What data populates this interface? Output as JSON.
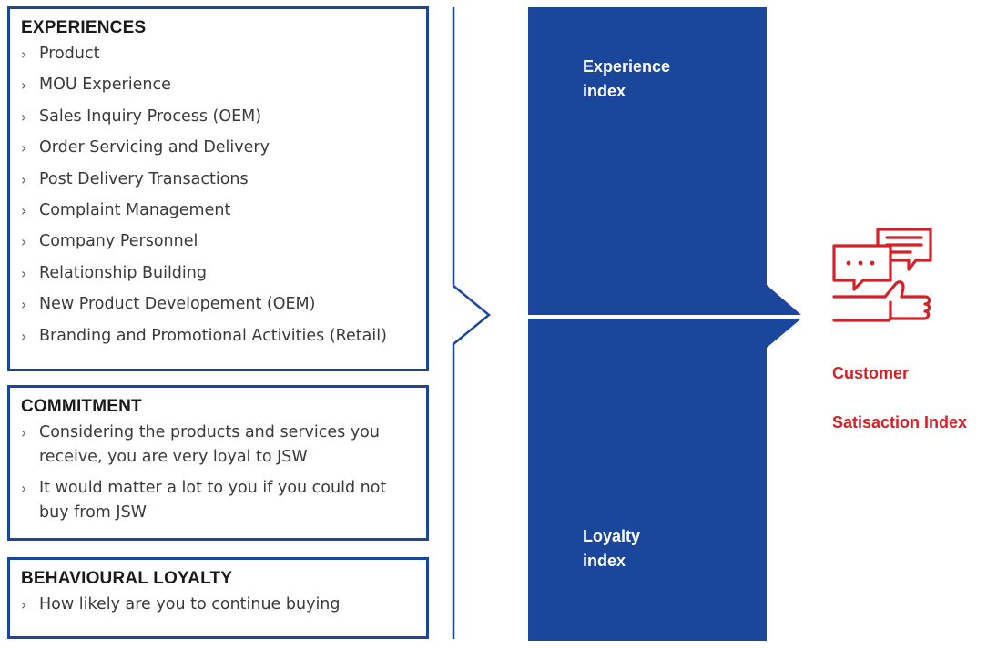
{
  "colors": {
    "primary_blue": "#1a479c",
    "accent_red": "#d42027",
    "text_dark": "#1a1a1a",
    "text_body": "#3a3a3a"
  },
  "bullet_glyph": "›",
  "experiences": {
    "title": "EXPERIENCES",
    "items": [
      "Product",
      "MOU Experience",
      "Sales Inquiry Process (OEM)",
      "Order Servicing and Delivery",
      "Post Delivery Transactions",
      "Complaint Management",
      "Company Personnel",
      "Relationship Building",
      "New Product Developement (OEM)",
      "Branding and Promotional Activities (Retail)"
    ]
  },
  "commitment": {
    "title": "COMMITMENT",
    "items": [
      "Considering the products and services you receive, you are very loyal to JSW",
      "It would matter a lot to you if you could not buy from JSW"
    ]
  },
  "behavioural_loyalty": {
    "title": "BEHAVIOURAL LOYALTY",
    "items": [
      "How likely are you to continue buying"
    ]
  },
  "experience_index": {
    "label_line1": "Experience",
    "label_line2": "index"
  },
  "loyalty_index": {
    "label_line1": "Loyalty",
    "label_line2": "index"
  },
  "customer_satisfaction_index": {
    "label_line1": "Customer",
    "label_line2": "Satisaction Index",
    "icon": "feedback-chat-thumbs-up-icon"
  }
}
